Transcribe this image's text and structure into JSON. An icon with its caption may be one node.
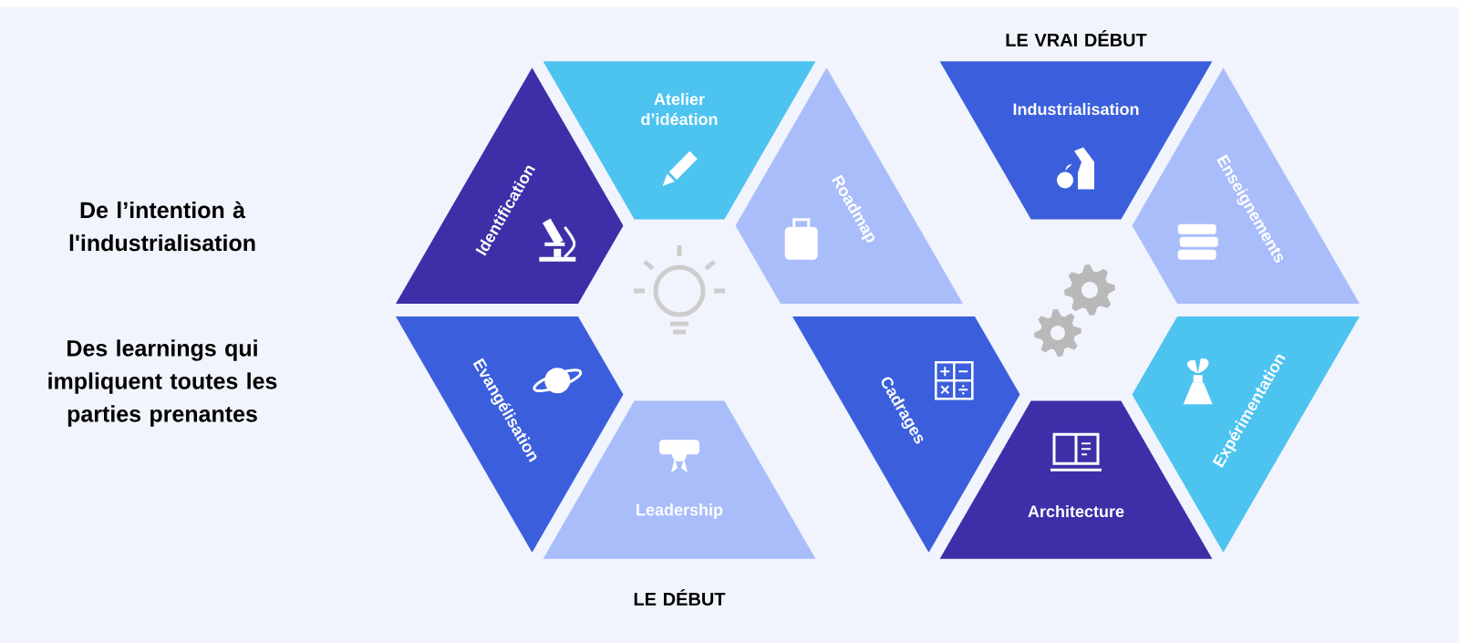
{
  "diagram": {
    "nodes": [
      {
        "text": [
          "Atelier d’idéation"
        ]
      },
      {
        "text": [
          "Industrialisation"
        ]
      },
      {
        "text": [
          "Identification"
        ]
      },
      {
        "text": [
          "Roadmap"
        ]
      },
      {
        "text": [
          "Enseignements"
        ]
      },
      {
        "text": [
          "Evangélisation"
        ]
      },
      {
        "text": [
          "Cadrages"
        ]
      },
      {
        "text": [
          "Expérimentation"
        ]
      },
      {
        "text": [
          "Leadership"
        ]
      },
      {
        "text": [
          "Architecture"
        ]
      }
    ],
    "labels": [
      "LE VRAI DÉBUT",
      "De l’intention à l'industrialisation",
      "Des learnings qui impliquent toutes les parties prenantes",
      "LE DÉBUT"
    ]
  }
}
